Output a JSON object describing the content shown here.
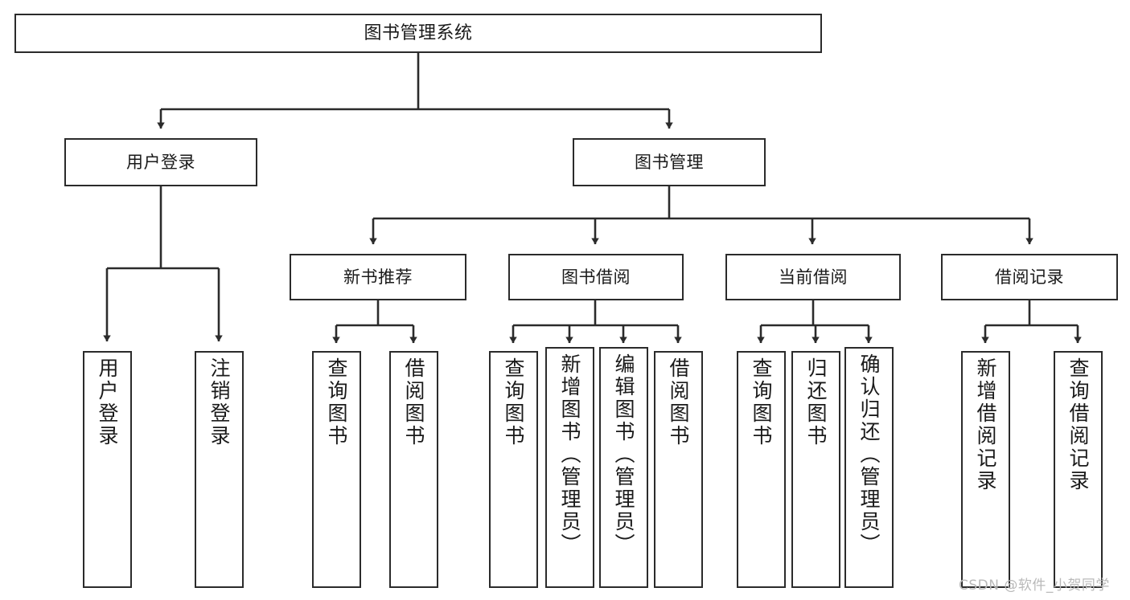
{
  "diagram": {
    "type": "tree",
    "title": "图书管理系统",
    "orientation": "top-down",
    "colors": {
      "box_border": "#2b2b2b",
      "box_fill": "#ffffff",
      "connector": "#2b2b2b",
      "text": "#1a1a1a",
      "watermark": "#b9b9b9",
      "background": "#ffffff"
    }
  },
  "root": {
    "label": "图书管理系统"
  },
  "level2": [
    {
      "label": "用户登录"
    },
    {
      "label": "图书管理"
    }
  ],
  "level3": [
    {
      "label": "新书推荐"
    },
    {
      "label": "图书借阅"
    },
    {
      "label": "当前借阅"
    },
    {
      "label": "借阅记录"
    }
  ],
  "leaves": {
    "user_login": [
      {
        "label": "用户登录"
      },
      {
        "label": "注销登录"
      }
    ],
    "new_book": [
      {
        "label": "查询图书"
      },
      {
        "label": "借阅图书"
      }
    ],
    "book_borrow": [
      {
        "label": "查询图书"
      },
      {
        "label": "新增图书（管理员）"
      },
      {
        "label": "编辑图书（管理员）"
      },
      {
        "label": "借阅图书"
      }
    ],
    "current_borrow": [
      {
        "label": "查询图书"
      },
      {
        "label": "归还图书"
      },
      {
        "label": "确认归还（管理员）"
      }
    ],
    "borrow_record": [
      {
        "label": "新增借阅记录"
      },
      {
        "label": "查询借阅记录"
      }
    ]
  },
  "watermark": {
    "text": "CSDN @软件_小贺同学"
  }
}
